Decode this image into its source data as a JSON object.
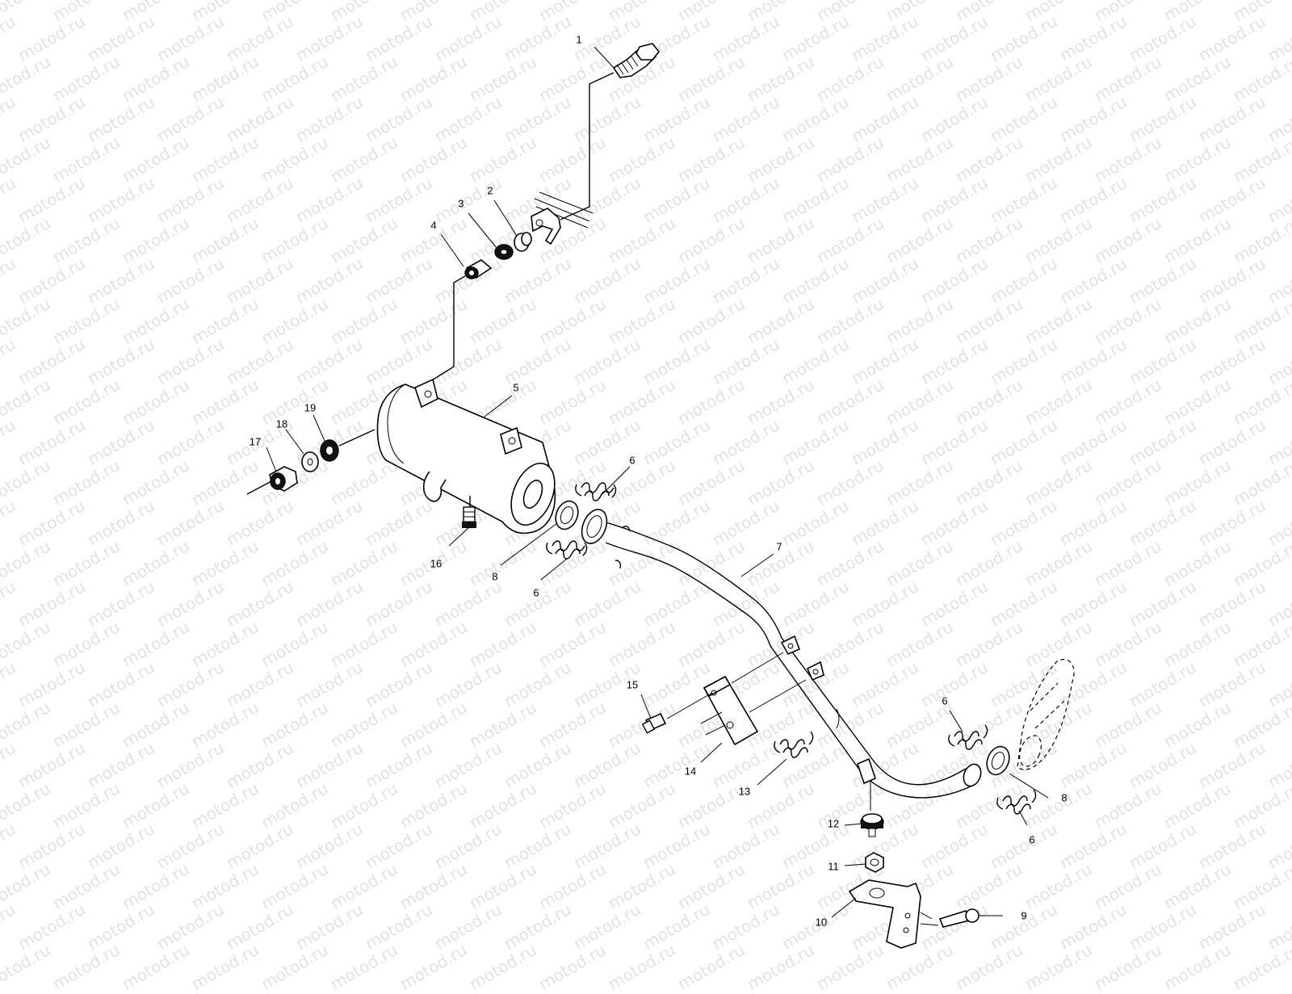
{
  "watermark": {
    "text": "motod.ru",
    "color": "#e2e2e2"
  },
  "callouts": [
    {
      "id": "c1",
      "label": "1"
    },
    {
      "id": "c2",
      "label": "2"
    },
    {
      "id": "c3",
      "label": "3"
    },
    {
      "id": "c4",
      "label": "4"
    },
    {
      "id": "c5",
      "label": "5"
    },
    {
      "id": "c6a",
      "label": "6"
    },
    {
      "id": "c6b",
      "label": "6"
    },
    {
      "id": "c6c",
      "label": "6"
    },
    {
      "id": "c6d",
      "label": "6"
    },
    {
      "id": "c7",
      "label": "7"
    },
    {
      "id": "c8a",
      "label": "8"
    },
    {
      "id": "c8b",
      "label": "8"
    },
    {
      "id": "c9",
      "label": "9"
    },
    {
      "id": "c10",
      "label": "10"
    },
    {
      "id": "c11",
      "label": "11"
    },
    {
      "id": "c12",
      "label": "12"
    },
    {
      "id": "c13",
      "label": "13"
    },
    {
      "id": "c14",
      "label": "14"
    },
    {
      "id": "c15",
      "label": "15"
    },
    {
      "id": "c16",
      "label": "16"
    },
    {
      "id": "c17",
      "label": "17"
    },
    {
      "id": "c18",
      "label": "18"
    },
    {
      "id": "c19",
      "label": "19"
    }
  ]
}
